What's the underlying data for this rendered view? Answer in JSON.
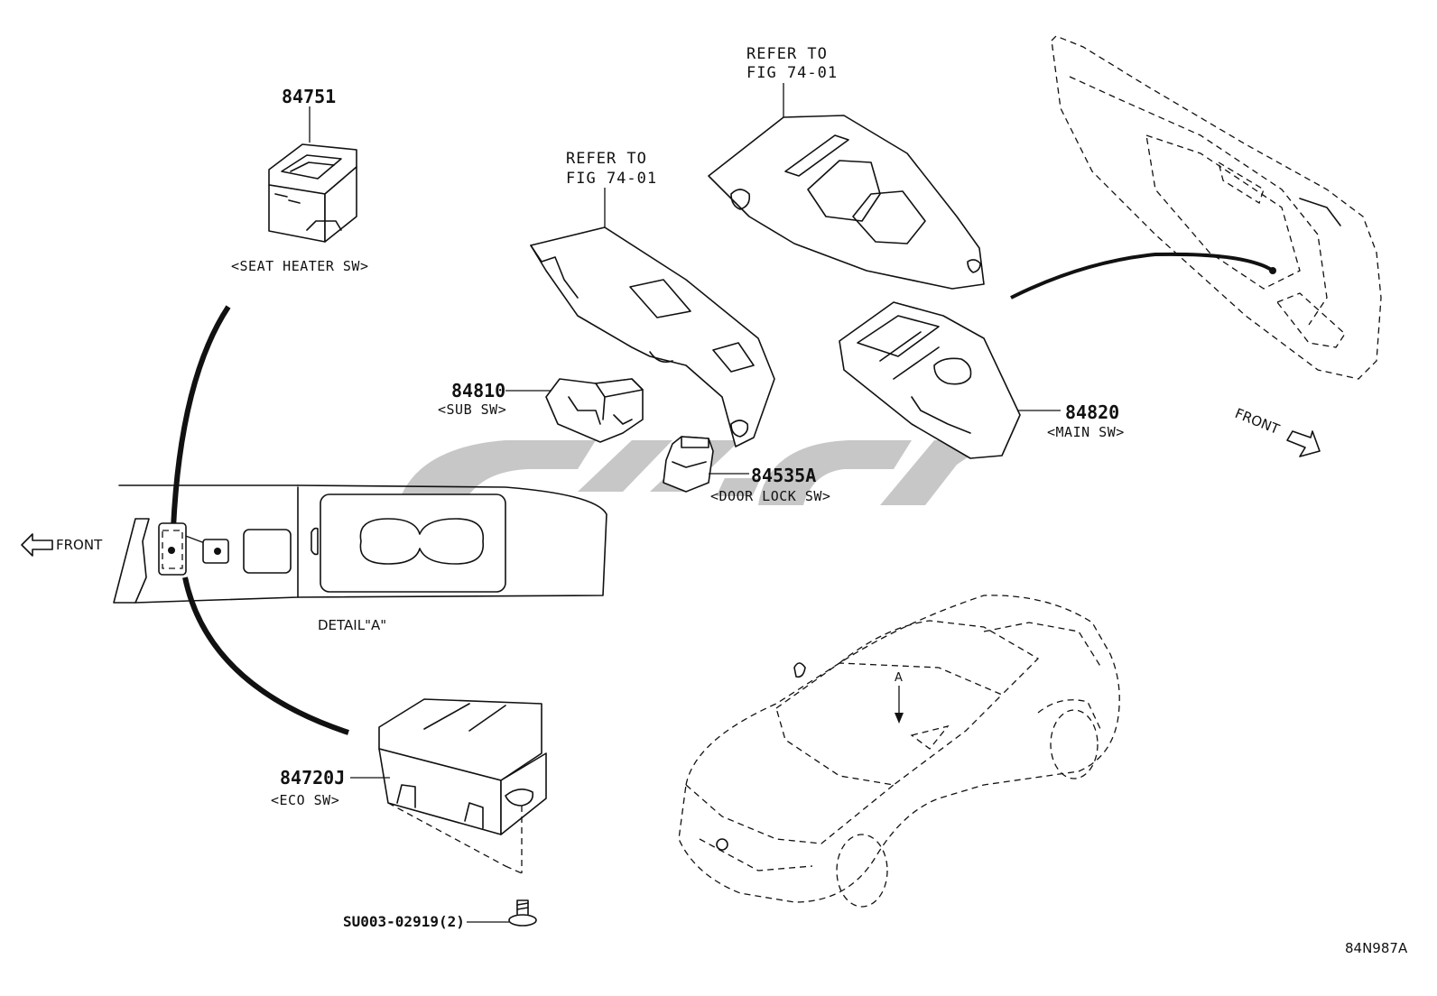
{
  "diagram": {
    "parts": [
      {
        "number": "84751",
        "description": "<SEAT HEATER SW>"
      },
      {
        "number": "84810",
        "description": "<SUB SW>"
      },
      {
        "number": "84820",
        "description": "<MAIN SW>"
      },
      {
        "number": "84535A",
        "description": "<DOOR LOCK SW>"
      },
      {
        "number": "84720J",
        "description": "<ECO SW>"
      },
      {
        "number": "SU003-02919(2)",
        "description": ""
      }
    ],
    "references": [
      {
        "line1": "REFER TO",
        "line2": "FIG 74-01"
      },
      {
        "line1": "REFER TO",
        "line2": "FIG 74-01"
      }
    ],
    "front_labels": [
      "FRONT",
      "FRONT"
    ],
    "detail_label": "DETAIL\"A\"",
    "view_marker": "A",
    "figure_code": "84N987A"
  },
  "colors": {
    "line": "#111111",
    "watermark": "#bdbdbd",
    "background": "#ffffff"
  }
}
